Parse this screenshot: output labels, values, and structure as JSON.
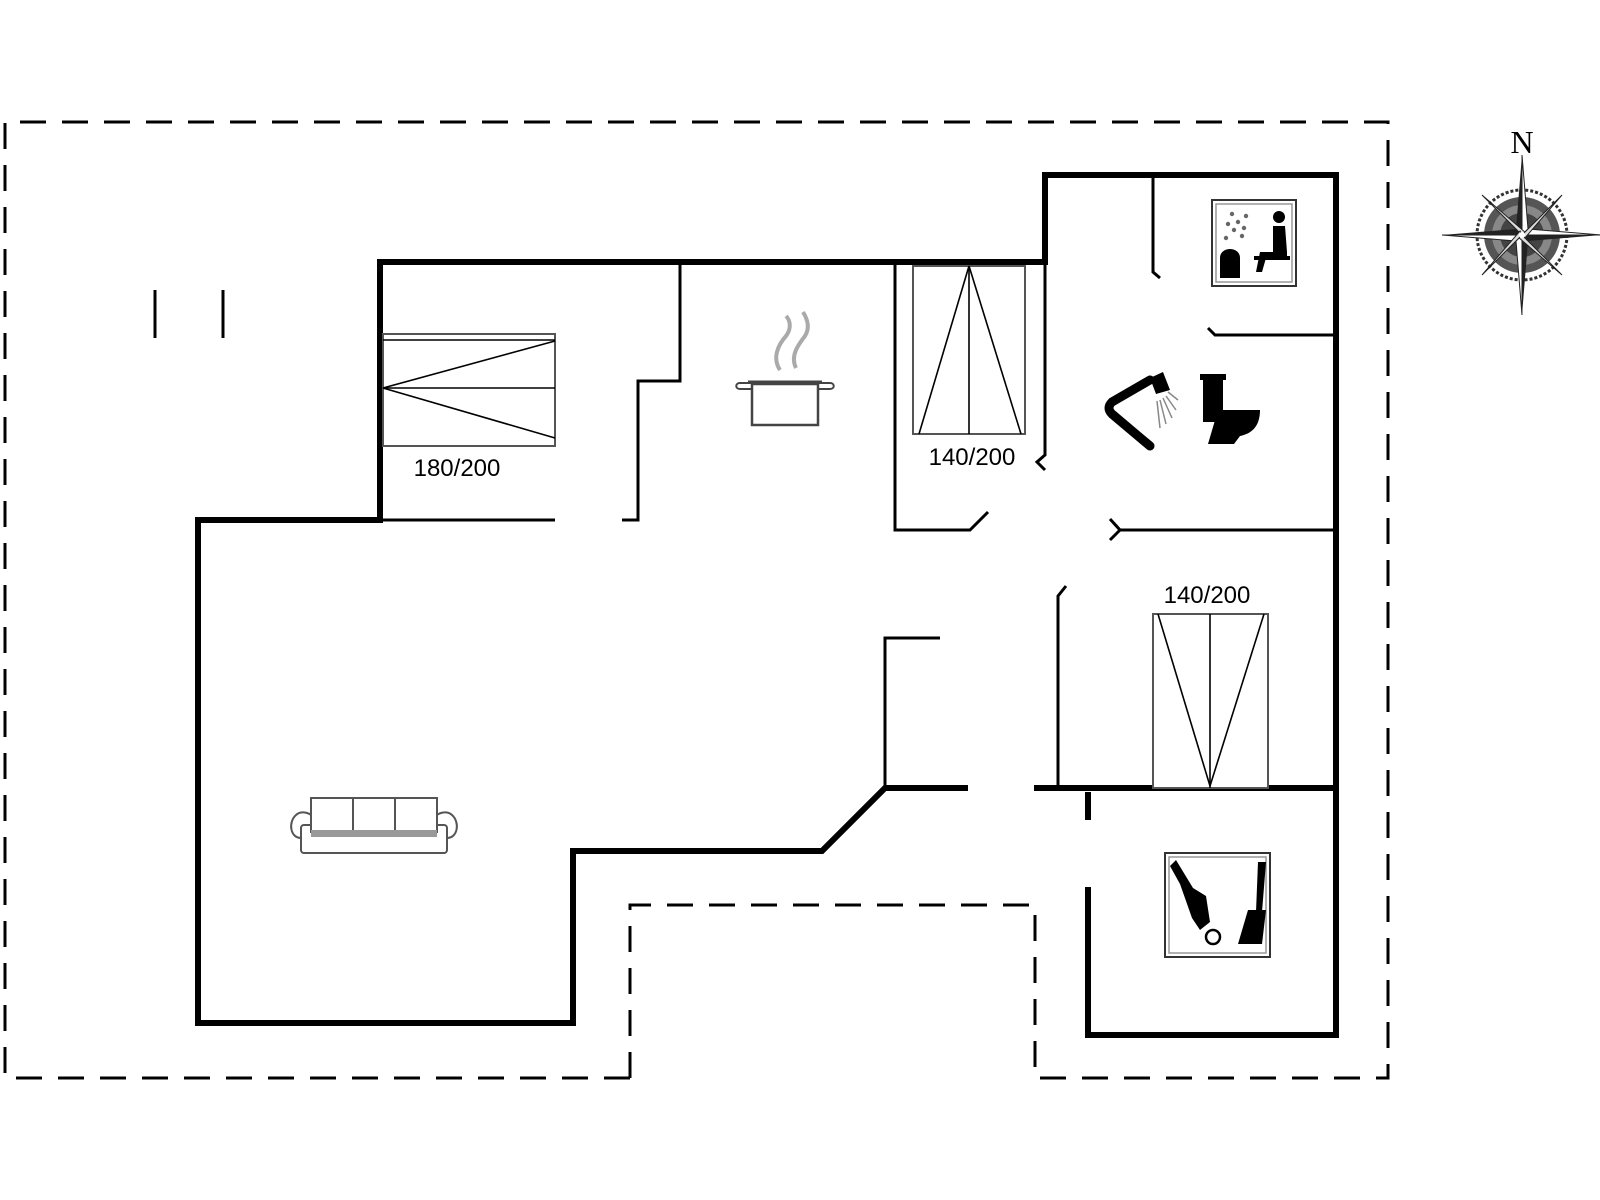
{
  "bed_labels": {
    "bed_1": "180/200",
    "bed_2": "140/200",
    "bed_3": "140/200"
  },
  "compass": {
    "north": "N"
  },
  "icons": [
    "sofa-icon",
    "cooking-pot-icon",
    "sauna-icon",
    "shower-icon",
    "toilet-icon",
    "utility-room-icon",
    "compass-rose-icon"
  ],
  "colors": {
    "walls": "#000000",
    "background": "#ffffff",
    "furniture": "#555555"
  }
}
